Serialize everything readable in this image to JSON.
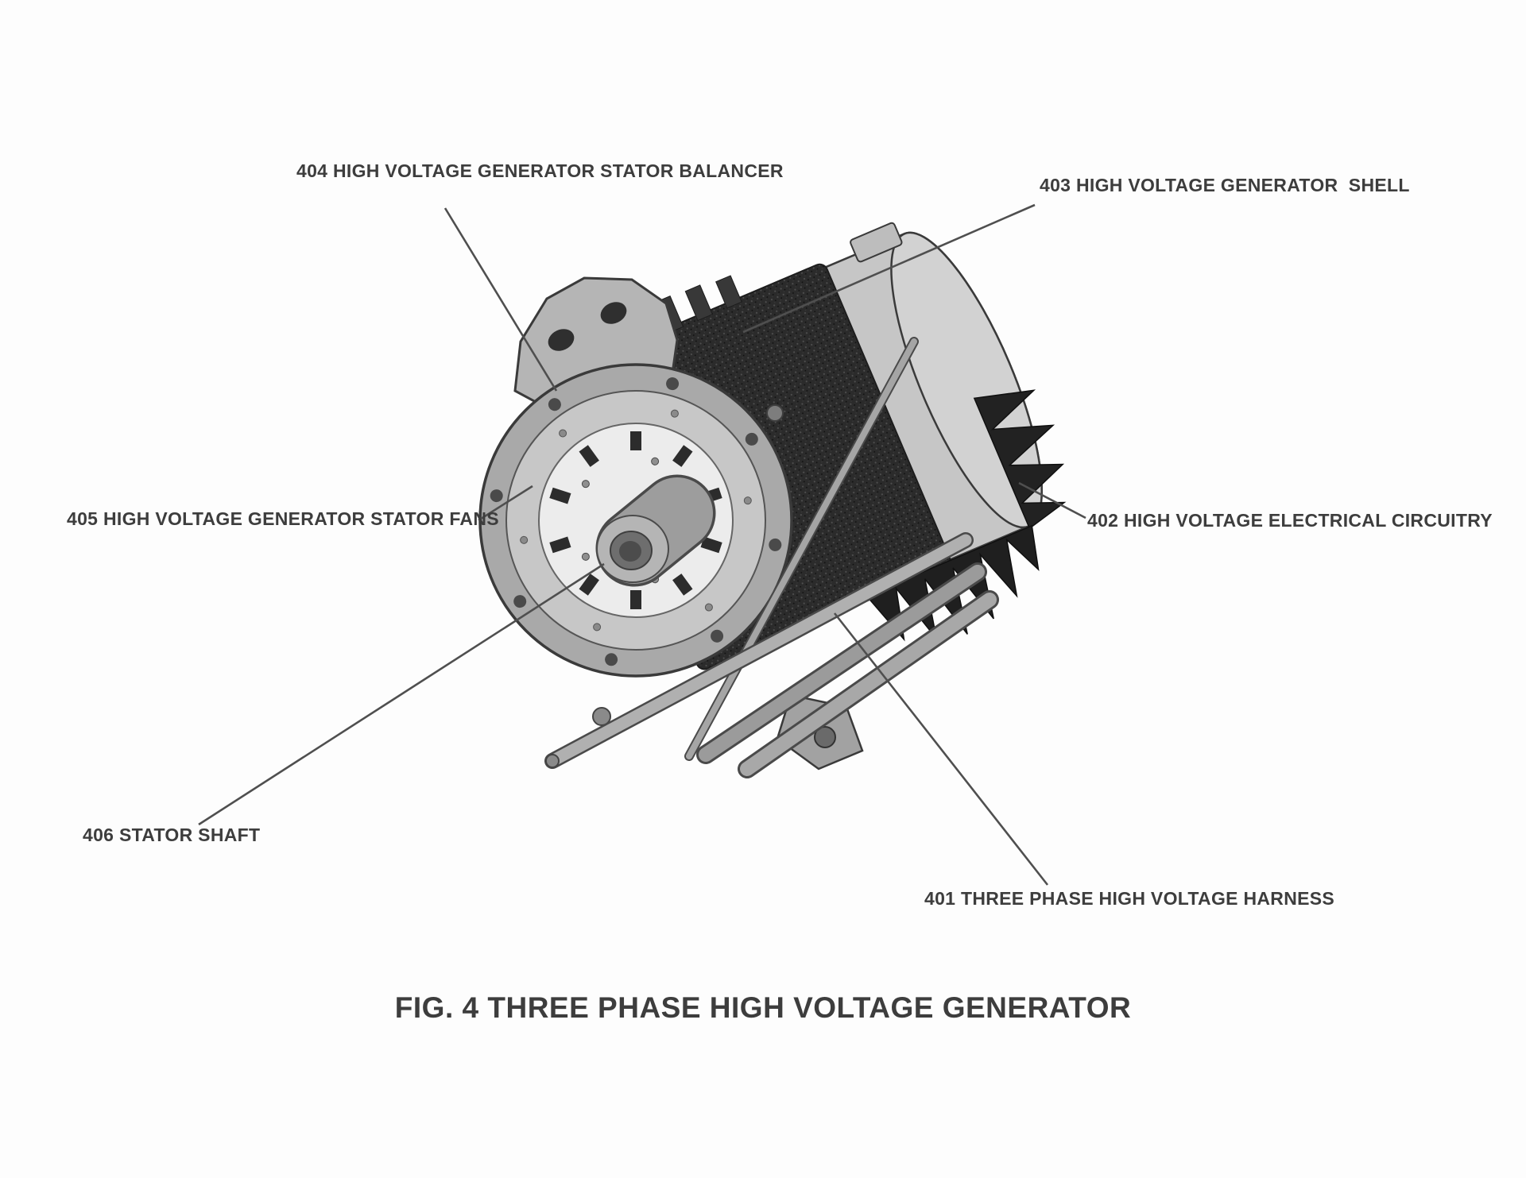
{
  "figure": {
    "caption": "FIG. 4 THREE PHASE HIGH VOLTAGE GENERATOR",
    "figure_number": "FIG. 4",
    "subject": "THREE PHASE HIGH VOLTAGE GENERATOR"
  },
  "callouts": [
    {
      "ref": "404",
      "text": "404 HIGH VOLTAGE GENERATOR STATOR BALANCER"
    },
    {
      "ref": "403",
      "text": "403 HIGH VOLTAGE GENERATOR  SHELL"
    },
    {
      "ref": "405",
      "text": "405 HIGH VOLTAGE GENERATOR STATOR FANS"
    },
    {
      "ref": "402",
      "text": "402 HIGH VOLTAGE ELECTRICAL CIRCUITRY"
    },
    {
      "ref": "406",
      "text": "406 STATOR SHAFT"
    },
    {
      "ref": "401",
      "text": "401 THREE PHASE HIGH VOLTAGE HARNESS"
    }
  ],
  "colors": {
    "background": "#fdfdfd",
    "label_text": "#3d3d3d",
    "leader_line": "#4f4f4f",
    "body_dark": "#2b2b2b",
    "shell_light": "#c9c9c9",
    "flange_gray": "#a9a9a9",
    "fins_dark": "#1f1f1f"
  }
}
